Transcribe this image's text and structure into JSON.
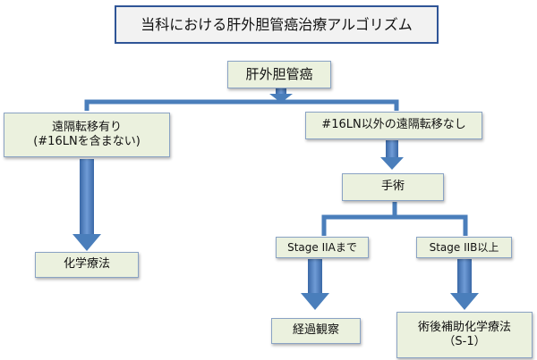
{
  "title": "当科における肝外胆管癌治療アルゴリズム",
  "nodes": {
    "root": "肝外胆管癌",
    "mets_yes": {
      "line1": "遠隔転移有り",
      "line2": "(#16LNを含まない)"
    },
    "mets_no": "#16LN以外の遠隔転移なし",
    "chemo": "化学療法",
    "surgery": "手術",
    "stage_early": "Stage IIAまで",
    "stage_late": "Stage IIB以上",
    "observe": "経過観察",
    "adjuvant": {
      "line1": "術後補助化学療法",
      "line2": "（S-1）"
    }
  },
  "colors": {
    "connector": "#4a7ebb",
    "box_fill": "#ebf1de",
    "title_border": "#2f5597"
  }
}
